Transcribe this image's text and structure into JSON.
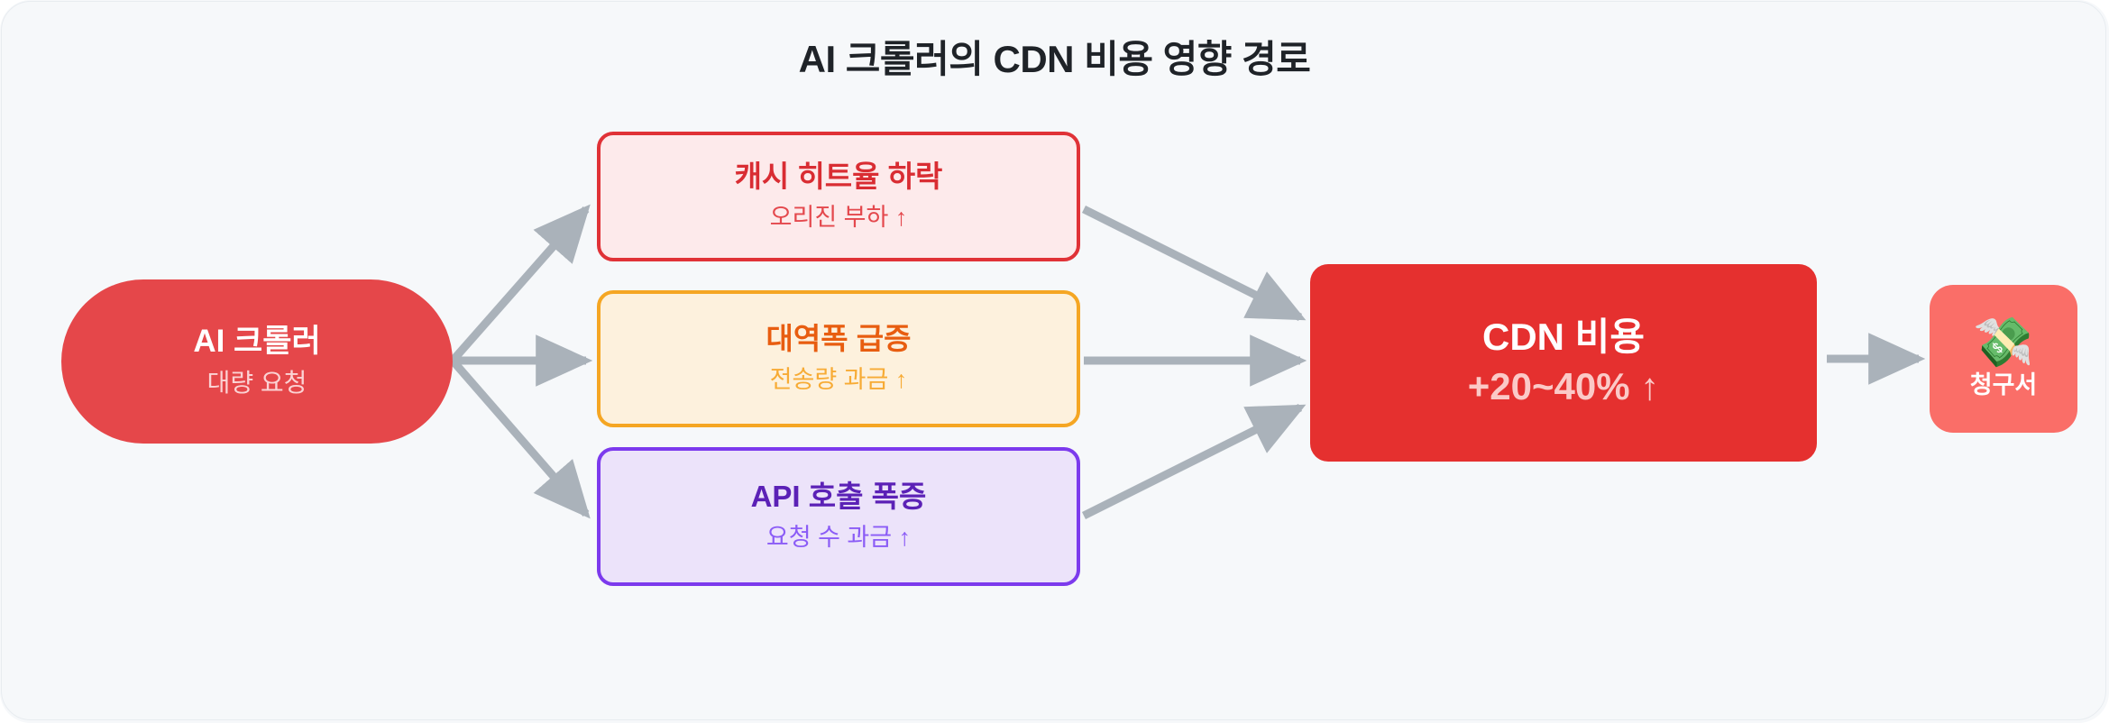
{
  "diagram": {
    "title": "AI 크롤러의 CDN 비용 영향 경로",
    "background_color": "#f6f8fa",
    "arrow_color": "#aab2ba",
    "source": {
      "title": "AI 크롤러",
      "subtitle": "대량 요청",
      "fill": "#e5474a",
      "title_color": "#ffffff",
      "subtitle_color": "#fbd3d4"
    },
    "stages": [
      {
        "id": "cache",
        "title": "캐시 히트율 하락",
        "subtitle": "오리진 부하 ↑",
        "fill": "#fdeaeb",
        "border": "#e03237",
        "title_color": "#d92d33",
        "subtitle_color": "#e4484d"
      },
      {
        "id": "bandwidth",
        "title": "대역폭 급증",
        "subtitle": "전송량 과금 ↑",
        "fill": "#fdf1dd",
        "border": "#f5a623",
        "title_color": "#e85d10",
        "subtitle_color": "#f7ab35"
      },
      {
        "id": "api",
        "title": "API 호출 폭증",
        "subtitle": "요청 수 과금 ↑",
        "fill": "#ece3fa",
        "border": "#7c3aed",
        "title_color": "#5b21b6",
        "subtitle_color": "#8b5cf6"
      }
    ],
    "cost": {
      "title": "CDN 비용",
      "subtitle": "+20~40% ↑",
      "fill": "#e5302f",
      "title_color": "#ffffff",
      "subtitle_color": "#fbc9c7"
    },
    "invoice": {
      "title": "청구서",
      "emoji": "💸",
      "icon_name": "money-with-wings-icon",
      "fill": "#fa6e68",
      "title_color": "#ffffff"
    }
  },
  "chart_data": {
    "type": "diagram",
    "title": "AI 크롤러의 CDN 비용 영향 경로",
    "nodes": [
      {
        "id": "source",
        "label": "AI 크롤러",
        "sublabel": "대량 요청",
        "shape": "capsule",
        "color": "#e5474a"
      },
      {
        "id": "cache",
        "label": "캐시 히트율 하락",
        "sublabel": "오리진 부하 ↑",
        "shape": "rounded-rect",
        "color": "#e03237"
      },
      {
        "id": "bandwidth",
        "label": "대역폭 급증",
        "sublabel": "전송량 과금 ↑",
        "shape": "rounded-rect",
        "color": "#f5a623"
      },
      {
        "id": "api",
        "label": "API 호출 폭증",
        "sublabel": "요청 수 과금 ↑",
        "shape": "rounded-rect",
        "color": "#7c3aed"
      },
      {
        "id": "cost",
        "label": "CDN 비용",
        "sublabel": "+20~40% ↑",
        "shape": "rounded-rect",
        "color": "#e5302f"
      },
      {
        "id": "invoice",
        "label": "청구서",
        "sublabel": "💸",
        "shape": "rounded-square",
        "color": "#fa6e68"
      }
    ],
    "edges": [
      {
        "from": "source",
        "to": "cache"
      },
      {
        "from": "source",
        "to": "bandwidth"
      },
      {
        "from": "source",
        "to": "api"
      },
      {
        "from": "cache",
        "to": "cost"
      },
      {
        "from": "bandwidth",
        "to": "cost"
      },
      {
        "from": "api",
        "to": "cost"
      },
      {
        "from": "cost",
        "to": "invoice"
      }
    ],
    "annotations": [
      "+20~40%"
    ]
  }
}
